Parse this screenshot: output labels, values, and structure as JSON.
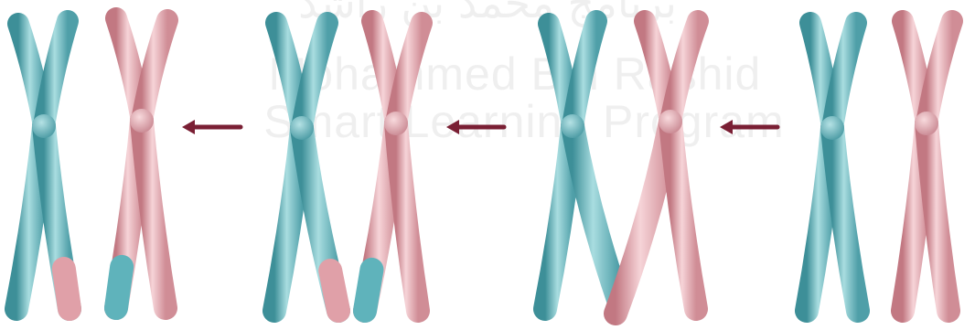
{
  "watermark": {
    "arabic": "برنامج محمد بن راشد",
    "line1": "Mohammed Bin Rashid",
    "line2": "Smart Learning Program"
  },
  "stages": [
    {
      "name": "crossover-complete",
      "left": "teal-tip-pink",
      "right": "pink-tip-teal",
      "pose": "separated-exchanged"
    },
    {
      "name": "exchange",
      "left": "teal-tip-pink",
      "right": "pink-tip-teal",
      "pose": "touching"
    },
    {
      "name": "crossing-over",
      "left": "teal",
      "right": "pink",
      "pose": "crossed"
    },
    {
      "name": "homologous-pair",
      "left": "teal",
      "right": "pink",
      "pose": "separated"
    }
  ],
  "colors": {
    "teal": "#5fb3bb",
    "teal_dark": "#3d8f98",
    "teal_light": "#a9dde0",
    "pink": "#e0a0a8",
    "pink_dark": "#c27882",
    "pink_light": "#f6d4d8",
    "arrow": "#7a1f34",
    "watermark": "#b9b9b9"
  }
}
